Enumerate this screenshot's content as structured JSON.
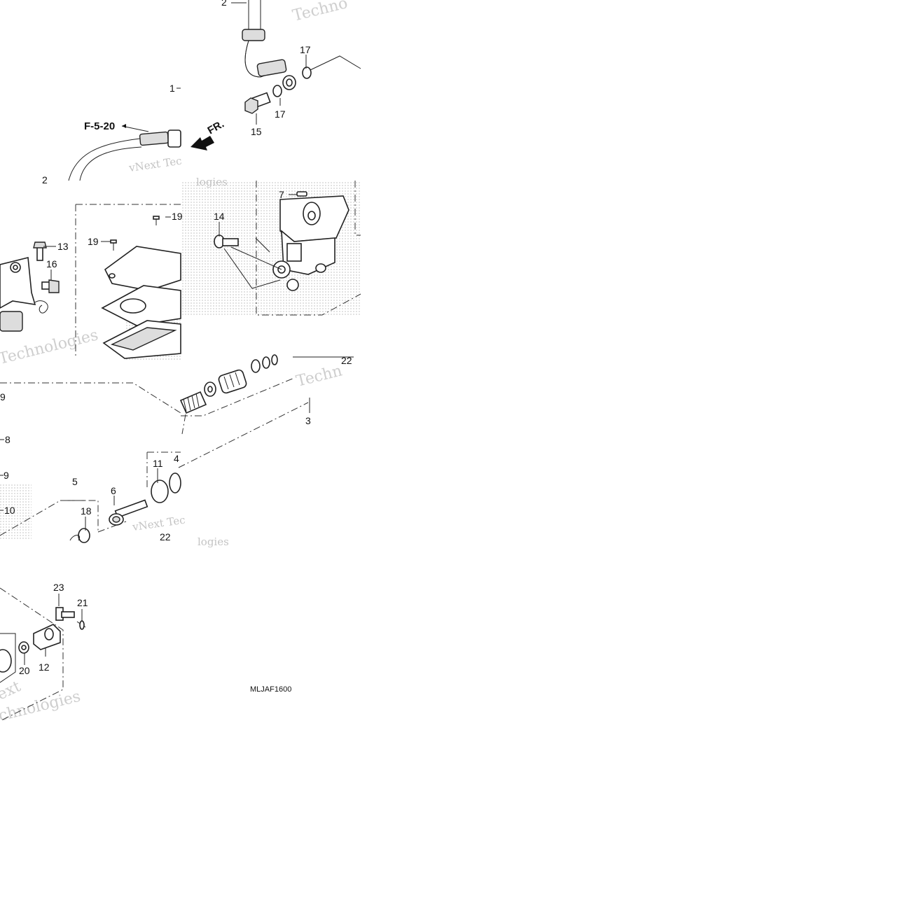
{
  "diagram": {
    "diagram_code": "MLJAF1600",
    "ref_label": "F-5-20",
    "arrow_label": "FR.",
    "watermark_words": [
      "Techno",
      "vNext Tec",
      "logies",
      "Technologies",
      "ext",
      "chnologies",
      "Techn"
    ]
  },
  "callouts": {
    "c1": "1",
    "c2a": "2",
    "c2b": "2",
    "c3": "3",
    "c4": "4",
    "c5": "5",
    "c6": "6",
    "c7": "7",
    "c8": "8",
    "c9a": "9",
    "c9b": "9",
    "c10": "10",
    "c11": "11",
    "c12": "12",
    "c13": "13",
    "c14": "14",
    "c15": "15",
    "c16": "16",
    "c17a": "17",
    "c17b": "17",
    "c18": "18",
    "c19a": "19",
    "c19b": "19",
    "c20": "20",
    "c21": "21",
    "c22a": "22",
    "c22b": "22",
    "c23": "23"
  }
}
